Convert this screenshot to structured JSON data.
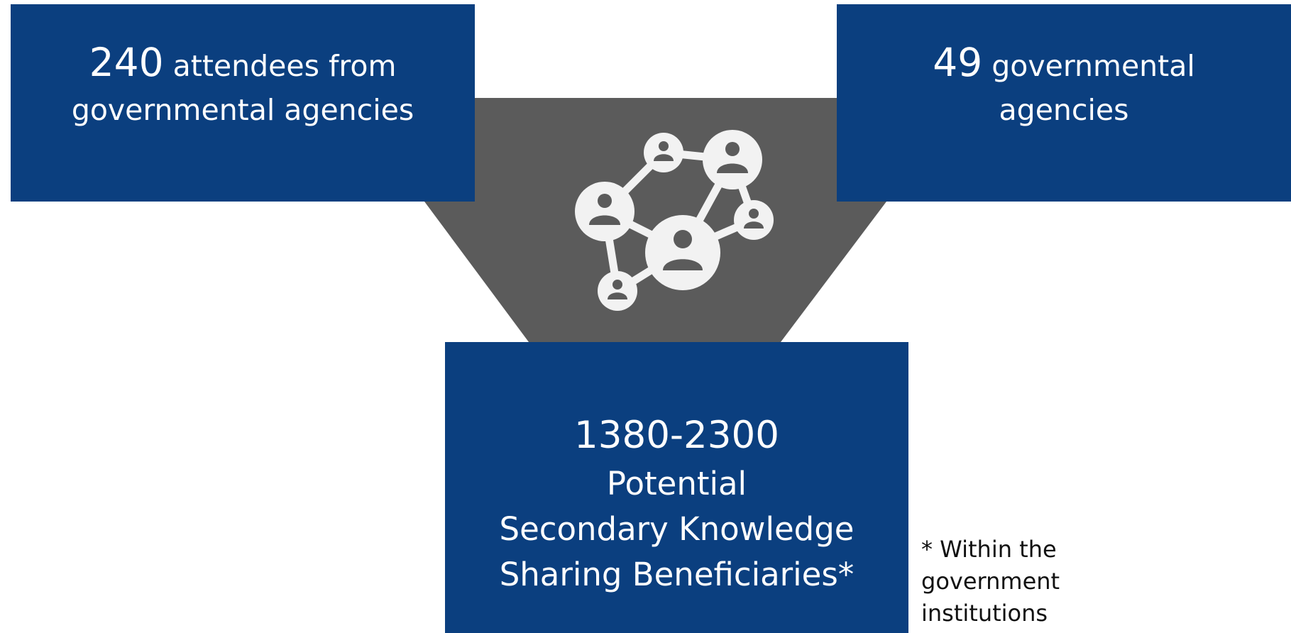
{
  "colors": {
    "box_fill": "#0b3f7f",
    "funnel_fill": "#5b5b5b",
    "icon_fill": "#f2f2f2",
    "text_light": "#ffffff",
    "text_dark": "#111111"
  },
  "icon": "people-network-icon",
  "left_box": {
    "number": "240",
    "line1_rest": "attendees from",
    "line2": "governmental agencies"
  },
  "right_box": {
    "number": "49",
    "line1_rest": "governmental",
    "line2": "agencies"
  },
  "bottom_box": {
    "number": "1380-2300",
    "line1": "Potential",
    "line2": "Secondary Knowledge",
    "line3": "Sharing Beneficiaries*"
  },
  "footnote": {
    "line1": "* Within the",
    "line2": "government",
    "line3": "institutions"
  }
}
